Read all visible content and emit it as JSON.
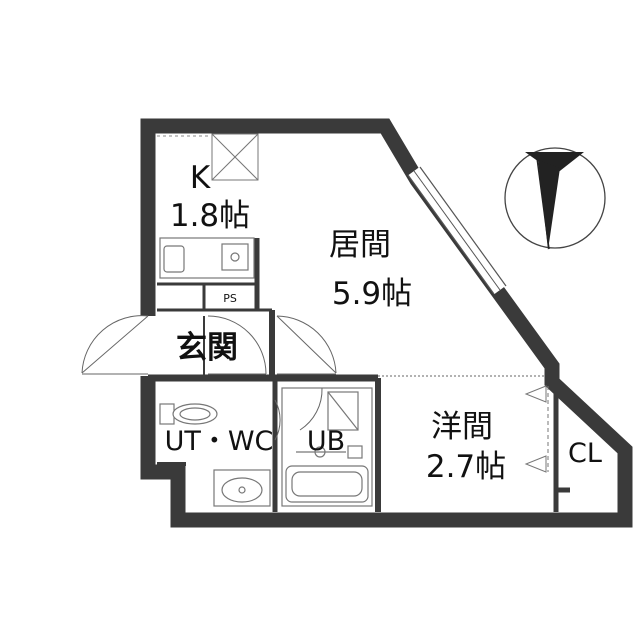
{
  "rooms": {
    "kitchen": {
      "name": "K",
      "size": "1.8帖"
    },
    "living": {
      "name": "居間",
      "size": "5.9帖"
    },
    "entrance": {
      "name": "玄関"
    },
    "ps": {
      "name": "PS"
    },
    "toilet": {
      "name": "UT・WC"
    },
    "bath": {
      "name": "UB"
    },
    "western": {
      "name": "洋間",
      "size": "2.7帖"
    },
    "closet": {
      "name": "CL"
    }
  },
  "colors": {
    "wall": "#3a3a3a",
    "line": "#555555",
    "fixture": "#777777",
    "background": "#ffffff"
  },
  "compass": {
    "icon": "north-arrow-icon"
  }
}
